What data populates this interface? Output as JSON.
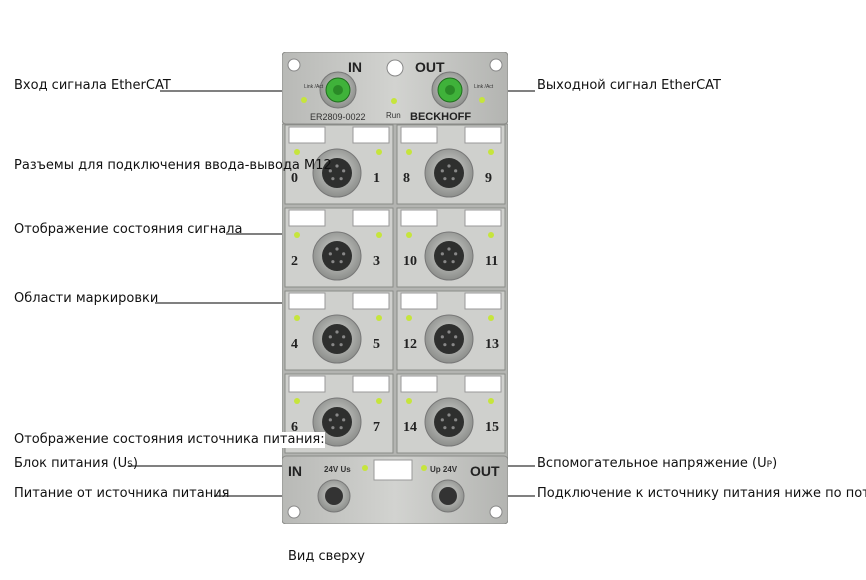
{
  "labels": {
    "ethercat_in": "Вход сигнала EtherCAT",
    "ethercat_out": "Выходной сигнал EtherCAT",
    "m12_connectors": "Разъемы для подключения ввода-вывода M12",
    "signal_status": "Отображение состояния сигнала",
    "marking_areas": "Области маркировки",
    "power_status_heading": "Отображение состояния источника питания:",
    "power_us_prefix": "Блок питания (U",
    "power_us_sub": "S",
    "power_us_suffix": ")",
    "aux_voltage_prefix": "Вспомогательное напряжение (U",
    "aux_voltage_sub": "P",
    "aux_voltage_suffix": ")",
    "power_feed": "Питание от источника питания",
    "power_downstream": "Подключение к источнику питания ниже по потоку"
  },
  "device": {
    "in_label": "IN",
    "out_label": "OUT",
    "model": "ER2809-0022",
    "brand": "BECKHOFF",
    "run_label": "Run",
    "link_act_in": "Link /Act",
    "link_act_out": "Link /Act",
    "power_in_label": "IN",
    "power_out_label": "OUT",
    "us_label": "24V Us",
    "up_label": "Up 24V",
    "channels": [
      "0",
      "1",
      "8",
      "9",
      "2",
      "3",
      "10",
      "11",
      "4",
      "5",
      "12",
      "13",
      "6",
      "7",
      "14",
      "15"
    ]
  },
  "caption": "Вид сверху",
  "colors": {
    "housing": "#c9cac7",
    "connector": "#9fa19e",
    "led": "#c6e53c",
    "ethercat_green": "#3fb23a",
    "line": "#000000"
  }
}
